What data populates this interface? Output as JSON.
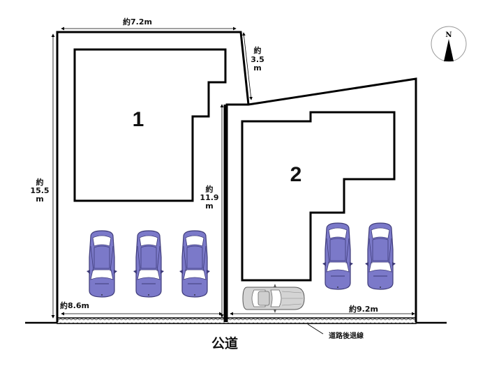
{
  "plan": {
    "lots": [
      {
        "id": "1",
        "label": "1"
      },
      {
        "id": "2",
        "label": "2"
      }
    ],
    "dimensions": {
      "top_width": "約7.2m",
      "diagonal_prefix": "約",
      "diagonal_value": "3.5",
      "diagonal_unit": "m",
      "left_prefix": "約",
      "left_value": "15.5",
      "left_unit": "m",
      "mid_prefix": "約",
      "mid_value": "11.9",
      "mid_unit": "m",
      "lot1_frontage": "約8.6m",
      "lot2_frontage": "約9.2m"
    },
    "road_label": "公道",
    "setback_label": "道路後退線",
    "compass_label": "N",
    "colors": {
      "car_blue": "#7b79c9",
      "car_blue_dark": "#3d3a78",
      "car_gray": "#d4d4d4",
      "line": "#000000"
    }
  }
}
